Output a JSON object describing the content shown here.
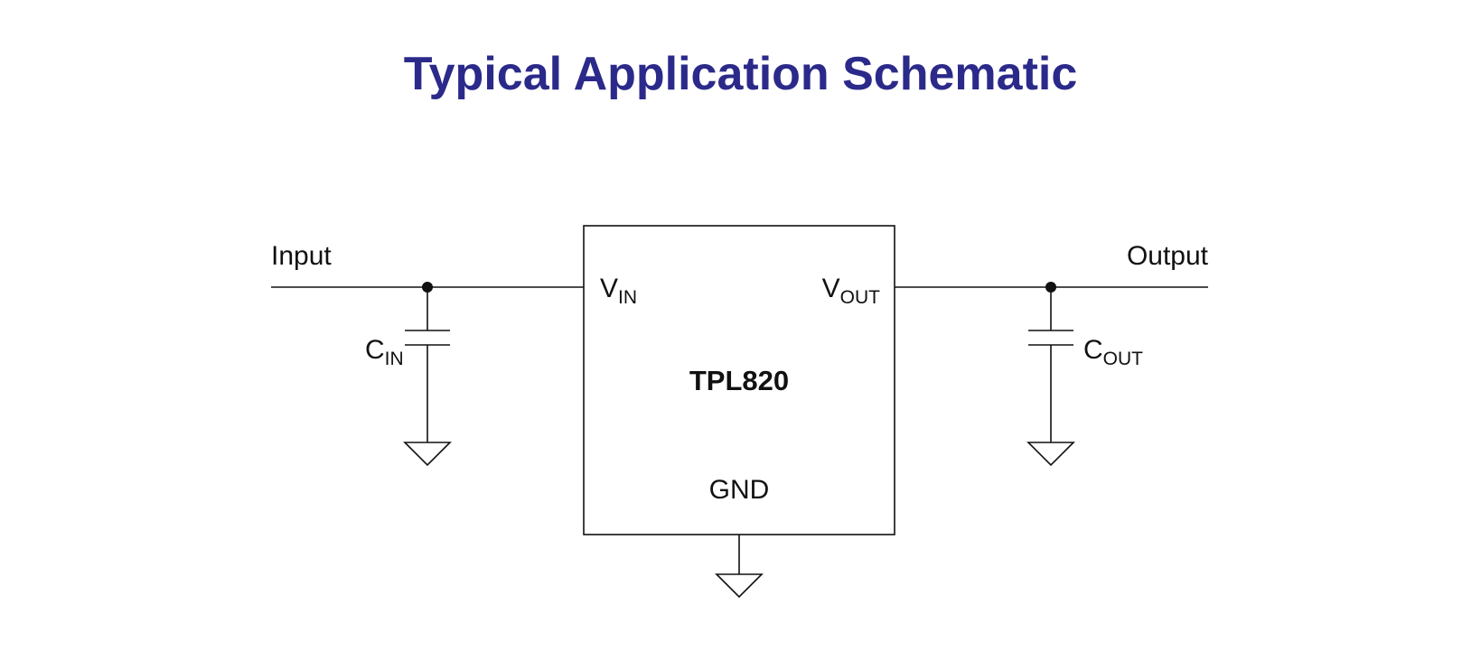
{
  "title": "Typical Application Schematic",
  "diagram": {
    "input_label": "Input",
    "output_label": "Output",
    "ic": {
      "part_number": "TPL820",
      "pins": {
        "vin": {
          "main": "V",
          "sub": "IN"
        },
        "vout": {
          "main": "V",
          "sub": "OUT"
        },
        "gnd": "GND"
      }
    },
    "capacitors": {
      "cin": {
        "main": "C",
        "sub": "IN"
      },
      "cout": {
        "main": "C",
        "sub": "OUT"
      }
    }
  },
  "colors": {
    "title": "#2b2a8a",
    "lines": "#111111"
  }
}
